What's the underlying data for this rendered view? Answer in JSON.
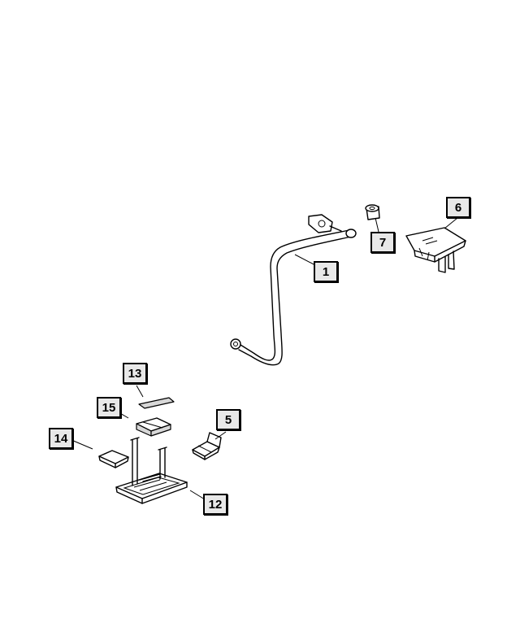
{
  "callouts": {
    "c1": "1",
    "c5": "5",
    "c6": "6",
    "c7": "7",
    "c12": "12",
    "c13": "13",
    "c14": "14",
    "c15": "15"
  }
}
